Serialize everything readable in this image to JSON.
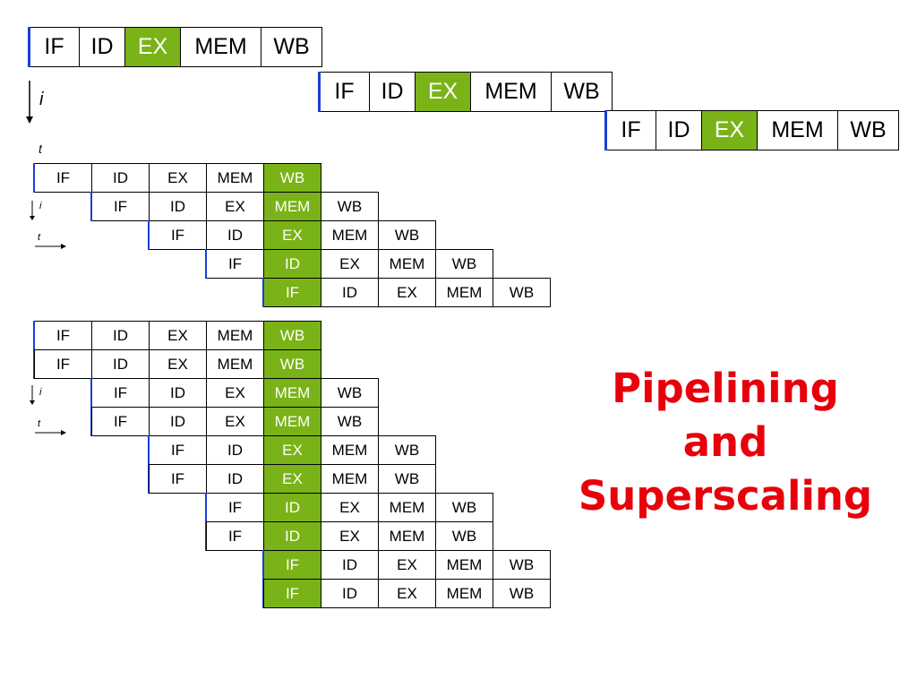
{
  "stage_labels": [
    "IF",
    "ID",
    "EX",
    "MEM",
    "WB"
  ],
  "axes": {
    "instruction_label": "i",
    "time_label": "t"
  },
  "title_lines": [
    "Pipelining",
    "and",
    "Superscaling"
  ],
  "colors": {
    "highlight": "#7ab317",
    "title": "#e8000b",
    "start_bar": "#1a3fd6"
  },
  "diagrams": [
    {
      "name": "sequential",
      "rows": 3,
      "highlighted_stage": "EX"
    },
    {
      "name": "pipelined",
      "rows": 5,
      "instructions_per_cycle": 1,
      "highlighted_column": 5
    },
    {
      "name": "superscalar",
      "rows": 10,
      "instructions_per_cycle": 2,
      "highlighted_column": 5
    }
  ]
}
